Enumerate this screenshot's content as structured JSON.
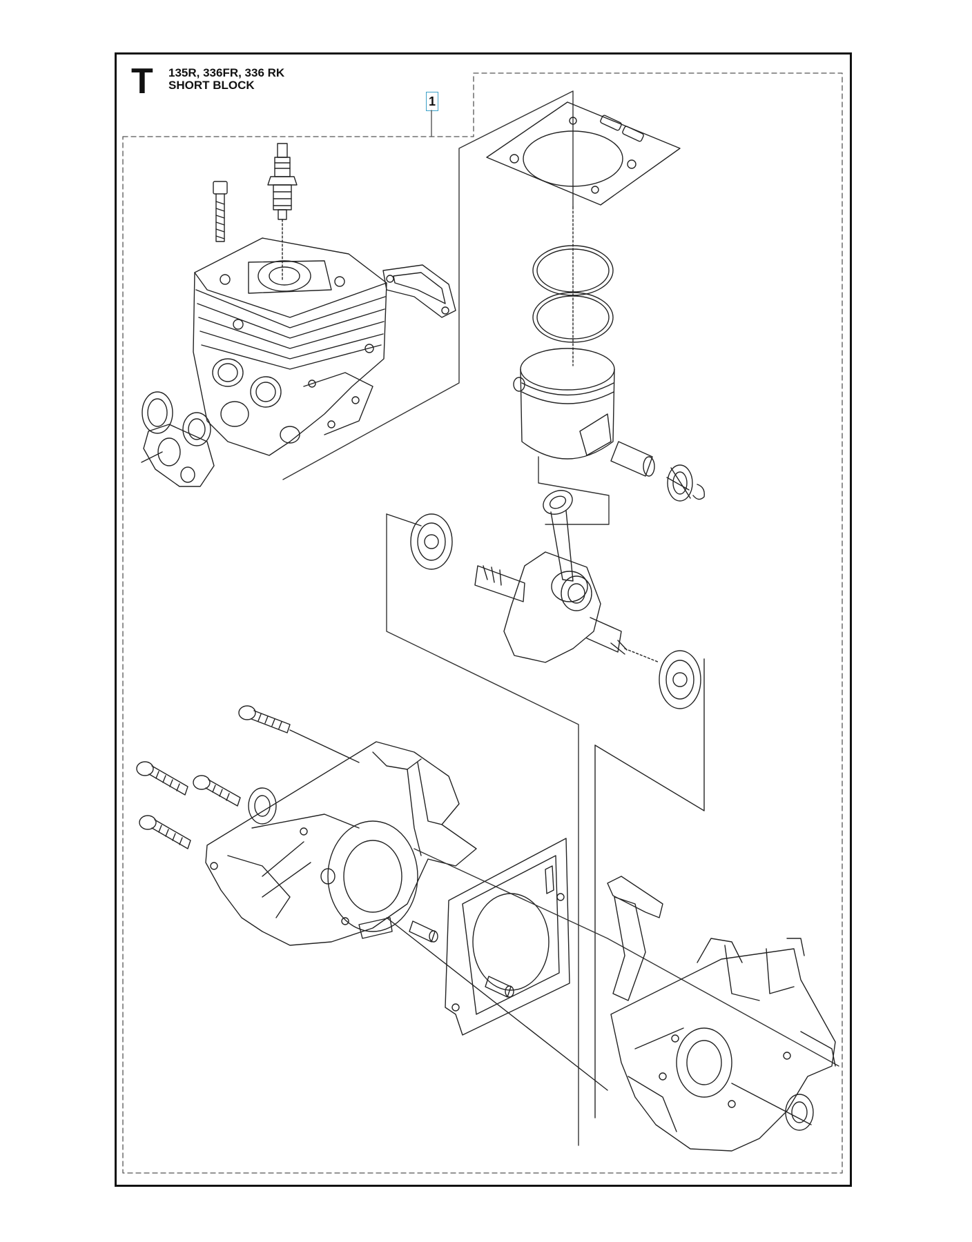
{
  "header": {
    "section_letter": "T",
    "models": "135R, 336FR,  336 RK",
    "assembly_name": "SHORT BLOCK"
  },
  "callouts": [
    {
      "number": "1"
    }
  ],
  "colors": {
    "line": "#222222",
    "frame": "#111111",
    "callout_border": "#3aa0c8"
  }
}
